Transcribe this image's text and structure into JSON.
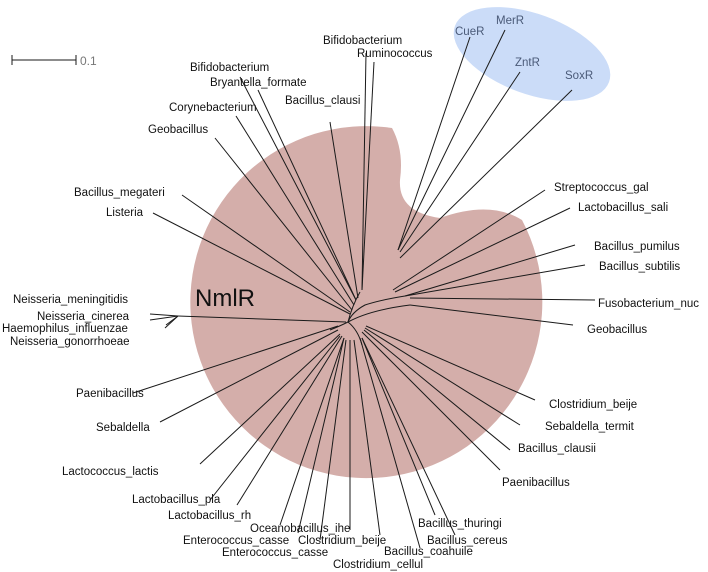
{
  "scale_bar": {
    "label": "0.1"
  },
  "groups": {
    "nmlr": {
      "label": "NmlR",
      "color": "#d4aeaa"
    },
    "mer": {
      "color": "#cbdcf8"
    }
  },
  "mer_leaves": [
    "CueR",
    "MerR",
    "ZntR",
    "SoxR"
  ],
  "leaves": [
    "Bifidobacterium",
    "Ruminococcus",
    "Bifidobacterium",
    "Bryantella_formate",
    "Corynebacterium",
    "Bacillus_clausi",
    "Geobacillus",
    "Bacillus_megateri",
    "Listeria",
    "Neisseria_meningitidis",
    "Neisseria_cinerea",
    "Haemophilus_influenzae",
    "Neisseria_gonorrhoeae",
    "Paenibacillus",
    "Sebaldella",
    "Lactococcus_lactis",
    "Lactobacillus_pla",
    "Lactobacillus_rh",
    "Oceanobacillus_ihe",
    "Enterococcus_casse",
    "Enterococcus_casse",
    "Clostridium_beije",
    "Clostridium_cellul",
    "Bacillus_coahuile",
    "Bacillus_cereus",
    "Bacillus_thuringi",
    "Paenibacillus",
    "Bacillus_clausii",
    "Sebaldella_termit",
    "Clostridium_beije",
    "Geobacillus",
    "Fusobacterium_nuc",
    "Bacillus_subtilis",
    "Bacillus_pumilus",
    "Lactobacillus_sali",
    "Streptococcus_gal"
  ]
}
